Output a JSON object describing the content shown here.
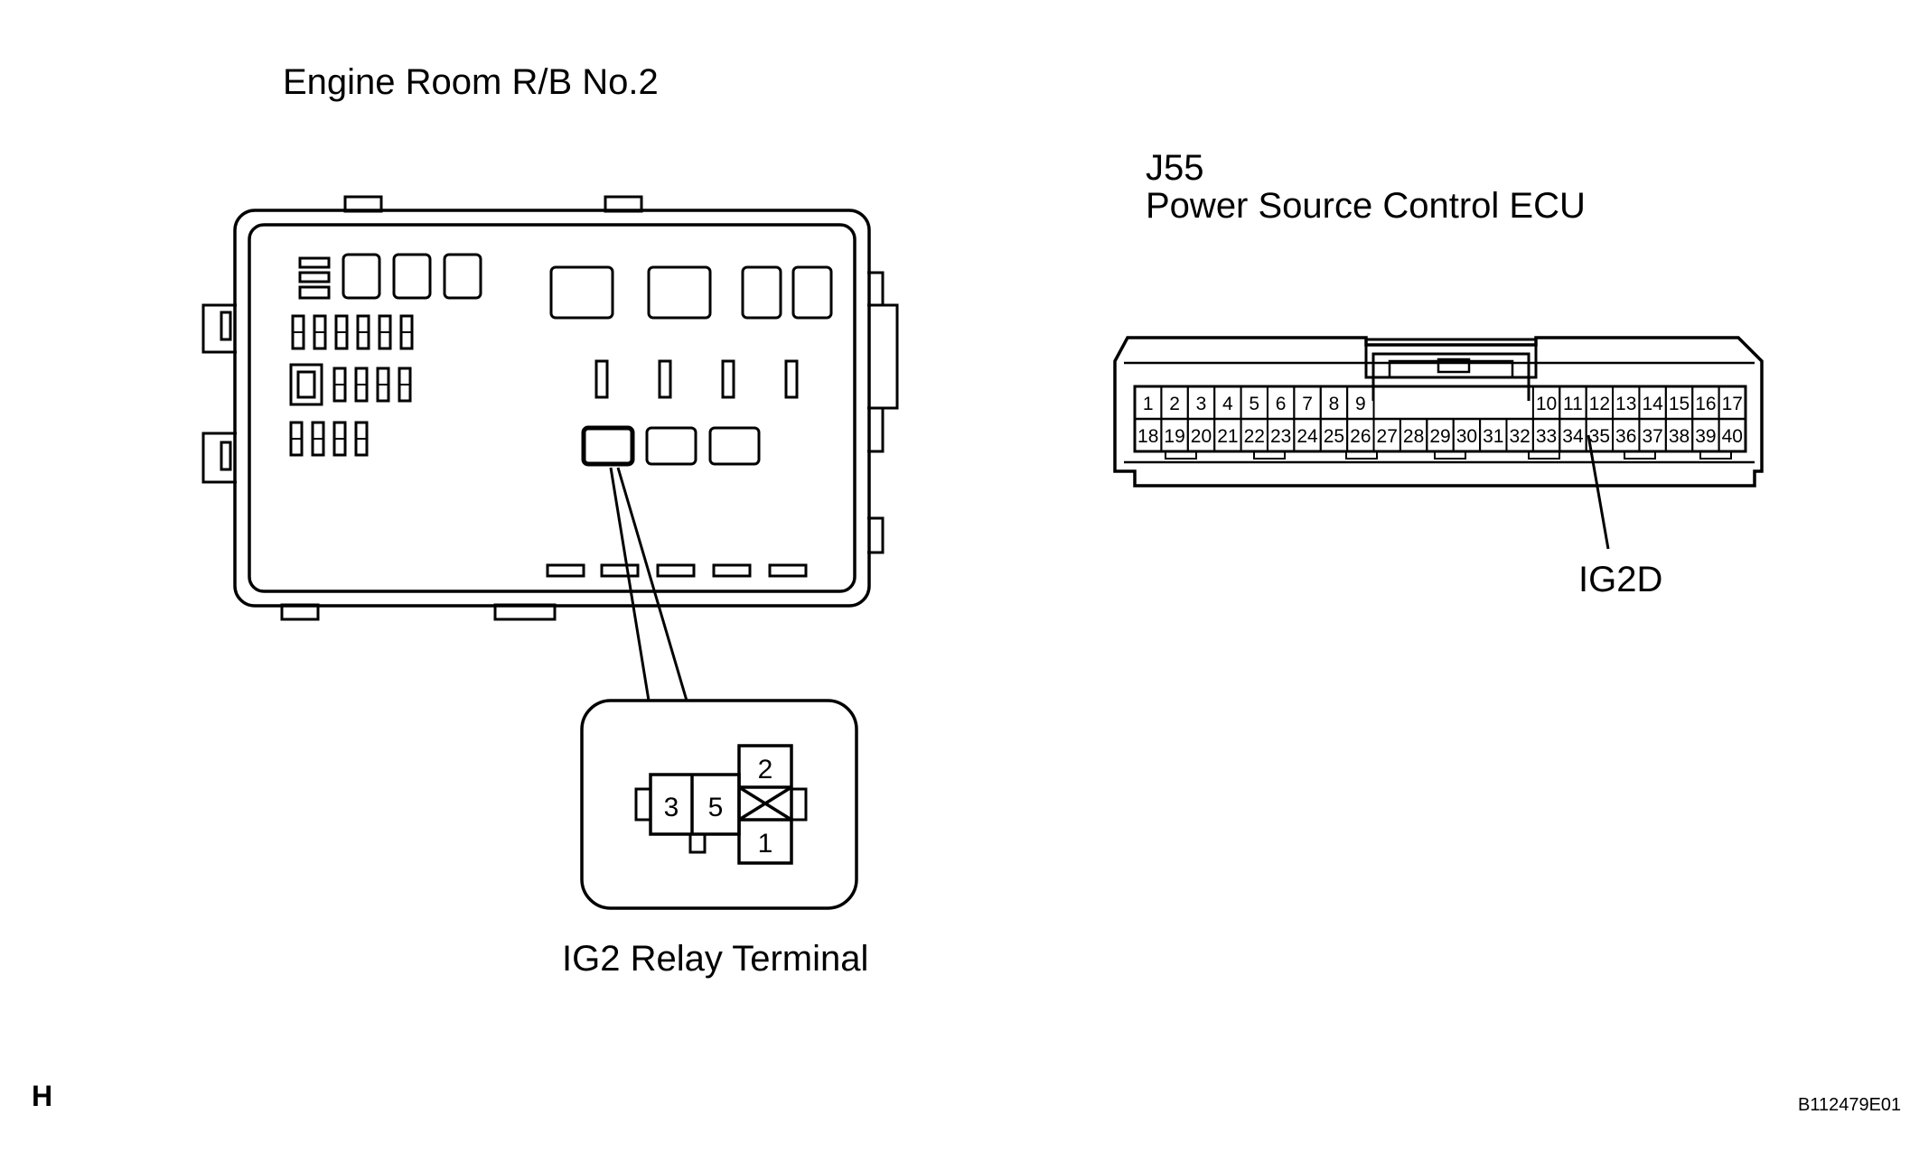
{
  "relay_box": {
    "title": "Engine Room R/B No.2",
    "terminal_label": "IG2 Relay Terminal",
    "terminals": [
      "3",
      "5",
      "2",
      "1"
    ]
  },
  "ecu": {
    "connector_code": "J55",
    "name": "Power Source Control ECU",
    "top_row_left": [
      "1",
      "2",
      "3",
      "4",
      "5",
      "6",
      "7",
      "8",
      "9"
    ],
    "top_row_right": [
      "10",
      "11",
      "12",
      "13",
      "14",
      "15",
      "16",
      "17"
    ],
    "bottom_row": [
      "18",
      "19",
      "20",
      "21",
      "22",
      "23",
      "24",
      "25",
      "26",
      "27",
      "28",
      "29",
      "30",
      "31",
      "32",
      "33",
      "34",
      "35",
      "36",
      "37",
      "38",
      "39",
      "40"
    ],
    "pin_callout": "IG2D"
  },
  "footer": {
    "section_letter": "H",
    "figure_code": "B112479E01"
  }
}
